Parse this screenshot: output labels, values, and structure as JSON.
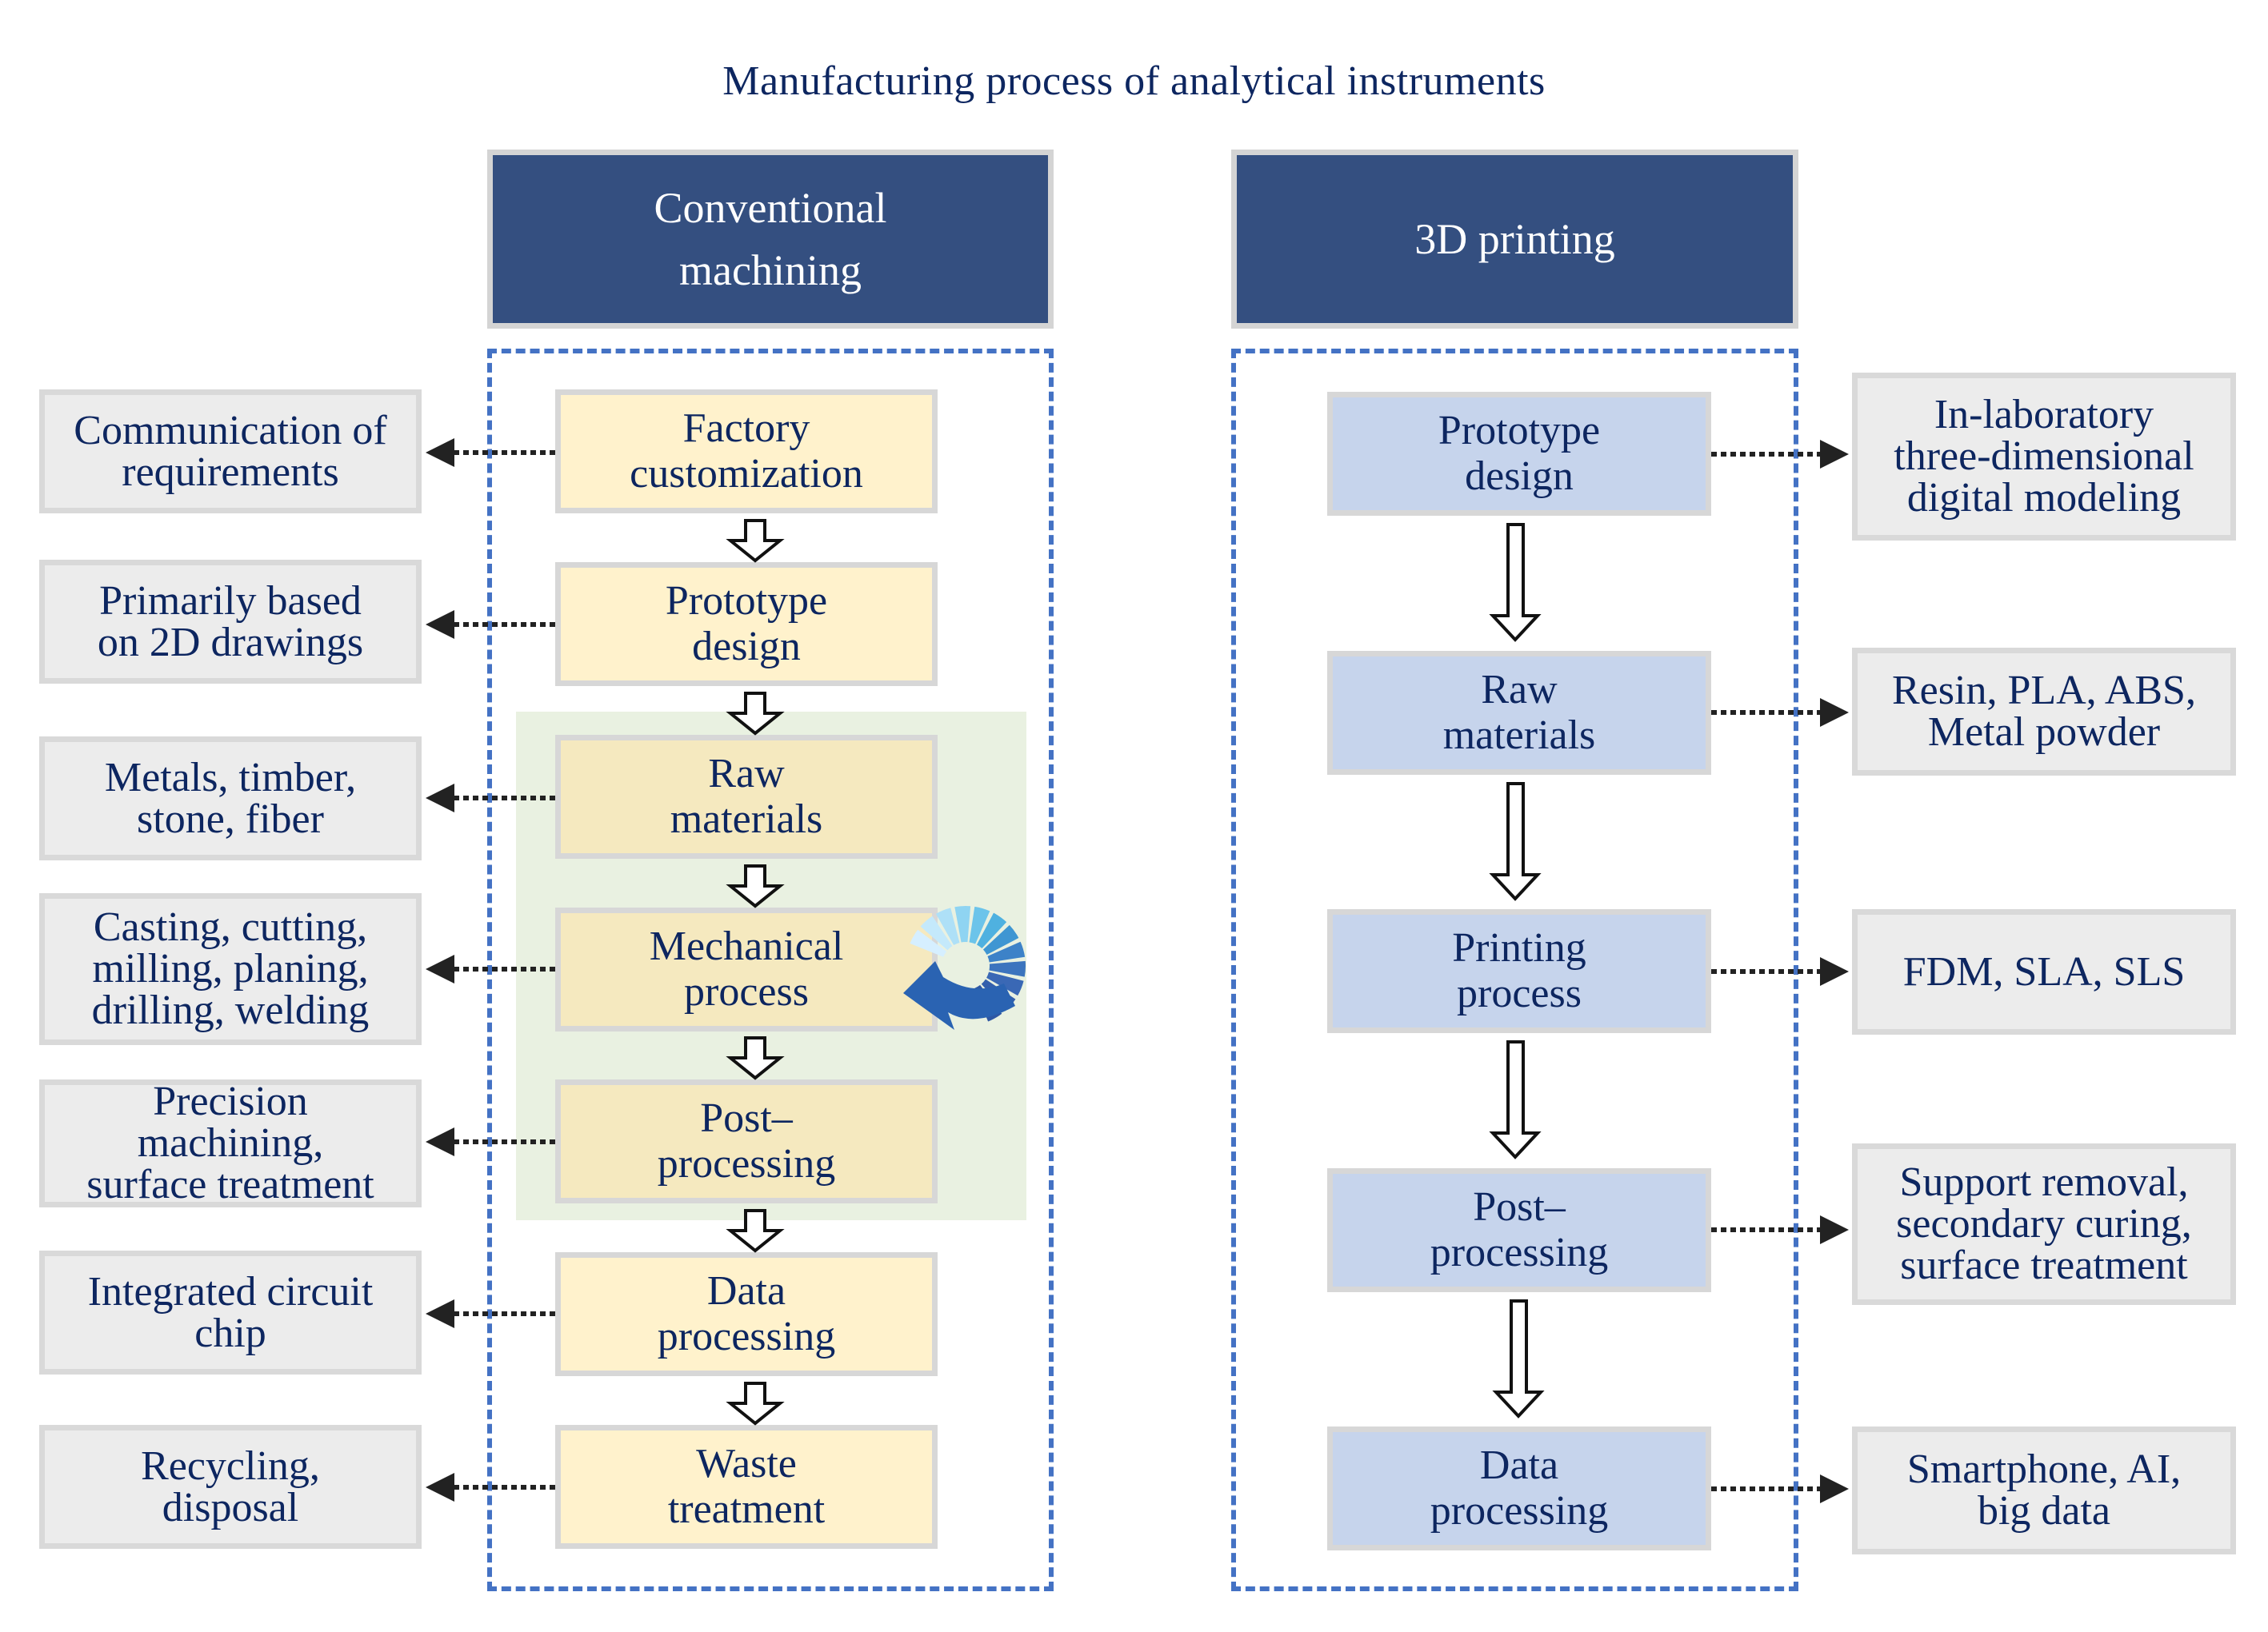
{
  "title": "Manufacturing process of analytical instruments",
  "colors": {
    "header_bg": "#344f80",
    "dashed_border": "#4472c4",
    "conventional_box": "#fff2cc",
    "printing_box": "#c6d4ec",
    "label_box": "#ececec",
    "highlight_region": "#e9f1e1",
    "text": "#0d2660"
  },
  "conventional": {
    "header": "Conventional\nmachining",
    "steps": [
      {
        "label": "Factory\ncustomization",
        "detail": "Communication of\nrequirements"
      },
      {
        "label": "Prototype\ndesign",
        "detail": "Primarily based\non 2D drawings"
      },
      {
        "label": "Raw\nmaterials",
        "detail": "Metals, timber,\nstone, fiber"
      },
      {
        "label": "Mechanical\nprocess",
        "detail": "Casting, cutting,\nmilling, planing,\ndrilling, welding"
      },
      {
        "label": "Post–\nprocessing",
        "detail": "Precision\nmachining,\nsurface treatment"
      },
      {
        "label": "Data\nprocessing",
        "detail": "Integrated circuit\nchip"
      },
      {
        "label": "Waste\ntreatment",
        "detail": "Recycling,\ndisposal"
      }
    ],
    "highlighted_steps": [
      "Raw materials",
      "Mechanical process",
      "Post–processing"
    ],
    "cycle_icon": "recycle-loop-icon"
  },
  "printing": {
    "header": "3D printing",
    "steps": [
      {
        "label": "Prototype\ndesign",
        "detail": "In-laboratory\nthree-dimensional\ndigital modeling"
      },
      {
        "label": "Raw\nmaterials",
        "detail": "Resin, PLA, ABS,\nMetal powder"
      },
      {
        "label": "Printing\nprocess",
        "detail": "FDM, SLA, SLS"
      },
      {
        "label": "Post–\nprocessing",
        "detail": "Support removal,\nsecondary curing,\nsurface treatment"
      },
      {
        "label": "Data\nprocessing",
        "detail": "Smartphone, AI,\nbig data"
      }
    ]
  }
}
